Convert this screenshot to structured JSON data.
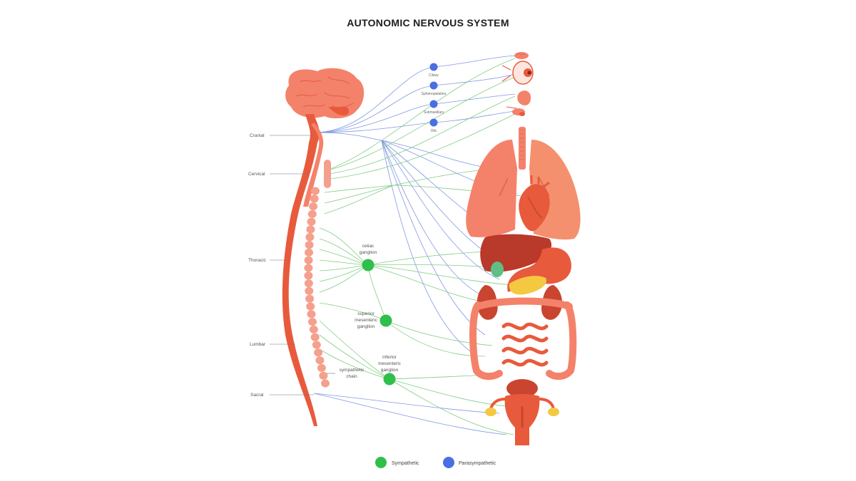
{
  "title": "AUTONOMIC NERVOUS SYSTEM",
  "spinal_regions": [
    "Cranial",
    "Cervical",
    "Thoracic",
    "Lumbar",
    "Sacral"
  ],
  "sympathetic_chain_label": [
    "sympathetic",
    "chain"
  ],
  "ganglia": {
    "celiac": [
      "celiac",
      "ganglion"
    ],
    "superior_mesenteric": [
      "superior",
      "mesenteric",
      "ganglion"
    ],
    "inferior_mesenteric": [
      "inferior",
      "mesenteric",
      "ganglion"
    ]
  },
  "parasympathetic_ganglia": [
    "Ciliary",
    "Sphenopalatine",
    "Submaxillary",
    "Otic"
  ],
  "legend": {
    "sympathetic": "Sympathetic",
    "parasympathetic": "Parasympathetic"
  },
  "colors": {
    "sympathetic": "#2fbf4a",
    "parasympathetic": "#4a6fe3",
    "sympathetic_line": "#7ccf7c",
    "parasympathetic_line": "#7f95e0",
    "tissue": "#f4826a",
    "tissue_dark": "#e85a3c",
    "organ_dark": "#c9452f"
  },
  "icons": [
    "brain-icon",
    "spinal-cord-icon",
    "eye-icon",
    "lacrimal-gland-icon",
    "salivary-gland-icon",
    "lungs-icon",
    "heart-icon",
    "liver-icon",
    "stomach-icon",
    "gallbladder-icon",
    "pancreas-icon",
    "kidney-icon",
    "intestines-icon",
    "bladder-icon",
    "uterus-icon"
  ]
}
